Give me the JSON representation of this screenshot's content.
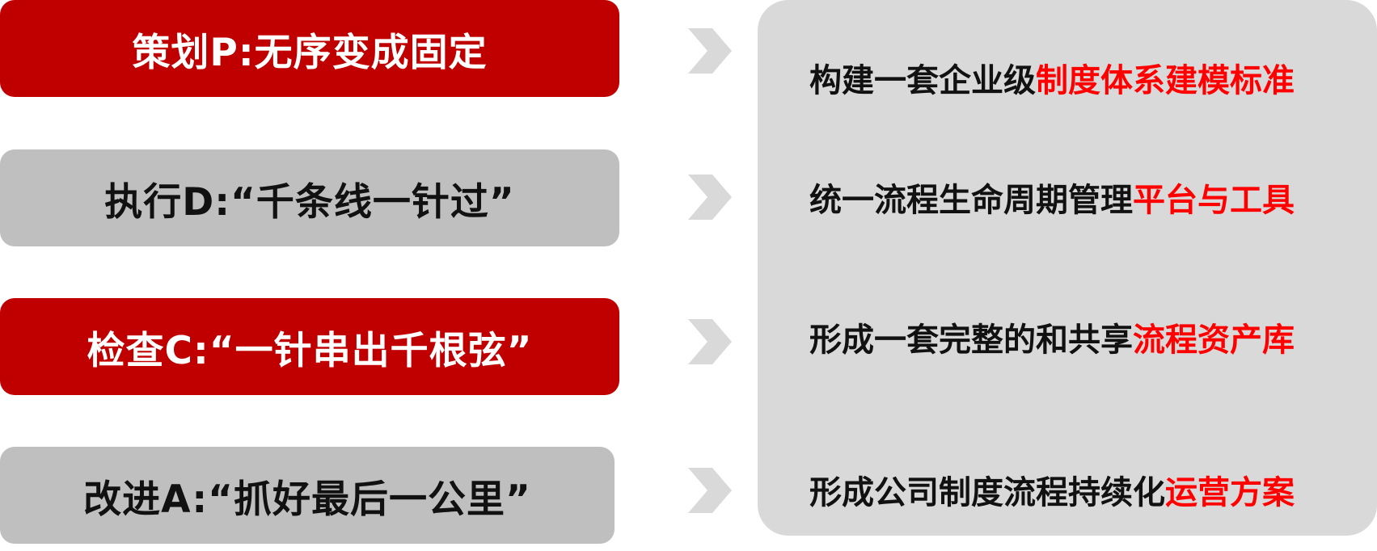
{
  "stages": [
    {
      "label": "策划P:无序变成固定"
    },
    {
      "label": "执行D:“千条线一针过”"
    },
    {
      "label": "检查C:“一针串出千根弦”"
    },
    {
      "label": "改进A:“抓好最后一公里”"
    }
  ],
  "results": [
    {
      "text": "构建一套企业级",
      "highlight": "制度体系建模标准"
    },
    {
      "text": "统一流程生命周期管理",
      "highlight": "平台与工具"
    },
    {
      "text": "形成一套完整的和共享",
      "highlight": "流程资产库"
    },
    {
      "text": "形成公司制度流程持续化",
      "highlight": "运营方案"
    }
  ],
  "colors": {
    "stage_red": "#c00000",
    "stage_gray": "#bfbfbf",
    "panel": "#d9d9d9",
    "arrow": "#d9d9d9",
    "highlight": "#ff0000"
  },
  "icons": {
    "arrow": "chevron-right-icon"
  }
}
